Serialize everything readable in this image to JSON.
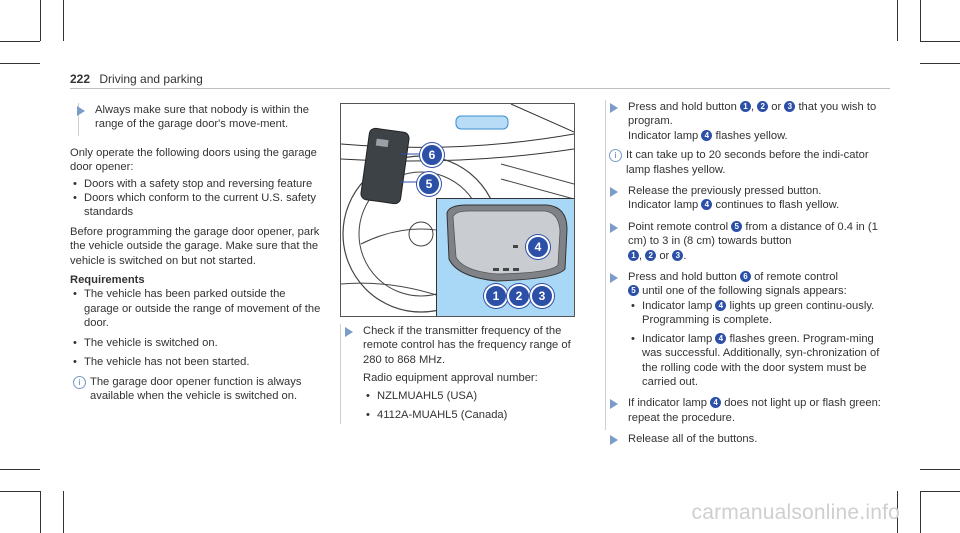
{
  "header": {
    "page_number": "222",
    "section": "Driving and parking"
  },
  "col1": {
    "warning": "Always make sure that nobody is within the range of the garage door's move-ment.",
    "para1": "Only operate the following doors using the garage door opener:",
    "doors": [
      "Doors with a safety stop and reversing feature",
      "Doors which conform to the current U.S. safety standards"
    ],
    "para2": "Before programming the garage door opener, park the vehicle outside the garage. Make sure that the vehicle is switched on but not started.",
    "req_heading": "Requirements",
    "requirements": [
      "The vehicle has been parked outside the garage or outside the range of movement of the door.",
      "The vehicle is switched on.",
      "The vehicle has not been started."
    ],
    "note": "The garage door opener function is always available when the vehicle is switched on."
  },
  "col2": {
    "figure_callouts": [
      "6",
      "5",
      "4",
      "1",
      "2",
      "3"
    ],
    "step": "Check if the transmitter frequency of the remote control has the frequency range of 280 to 868 MHz.",
    "radio_label": "Radio equipment approval number:",
    "approvals": [
      "NZLMUAHL5 (USA)",
      "4112A-MUAHL5 (Canada)"
    ]
  },
  "col3": {
    "s1": {
      "a": "Press and hold button",
      "n1": "1",
      "sep1": ",",
      "n2": "2",
      "or": "or",
      "n3": "3",
      "b": "that you wish to program.",
      "c": "Indicator lamp",
      "n4": "4",
      "d": "flashes yellow."
    },
    "note": "It can take up to 20 seconds before the indi-cator lamp flashes yellow.",
    "s2": {
      "a": "Release the previously pressed button.",
      "b": "Indicator lamp",
      "n4": "4",
      "c": "continues to flash yellow."
    },
    "s3": {
      "a": "Point remote control",
      "n5": "5",
      "b": "from a distance of 0.4 in (1 cm) to 3 in (8 cm) towards button",
      "n1": "1",
      "sep": ",",
      "n2": "2",
      "or": "or",
      "n3": "3",
      "end": "."
    },
    "s4": {
      "a": "Press and hold button",
      "n6": "6",
      "b": "of remote control",
      "n5": "5",
      "c": "until one of the following signals appears:"
    },
    "s4_bullets": [
      {
        "a": "Indicator lamp",
        "n": "4",
        "b": "lights up green continu-ously. Programming is complete."
      },
      {
        "a": "Indicator lamp",
        "n": "4",
        "b": "flashes green. Program-ming was successful. Additionally, syn-chronization of the rolling code with the door system must be carried out."
      }
    ],
    "s5": {
      "a": "If indicator lamp",
      "n4": "4",
      "b": "does not light up or flash green: repeat the procedure."
    },
    "s6": "Release all of the buttons."
  },
  "watermark": "carmanualsonline.info"
}
